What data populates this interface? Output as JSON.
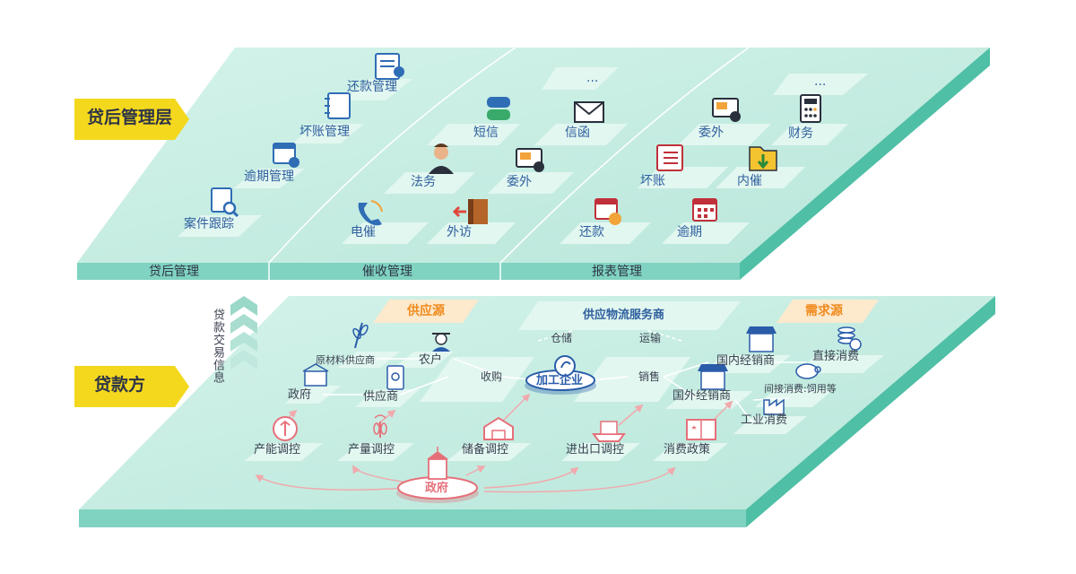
{
  "layers": {
    "top_title": "贷后管理层",
    "bottom_title": "贷款方",
    "side_text": "贷款交易信息"
  },
  "top_sections": [
    "贷后管理",
    "催收管理",
    "报表管理"
  ],
  "top_items": {
    "loan_after": [
      "还款管理",
      "坏账管理",
      "逾期管理",
      "案件跟踪"
    ],
    "collection": [
      "...",
      "短信",
      "信函",
      "法务",
      "委外",
      "电催",
      "外访"
    ],
    "report": [
      "...",
      "委外",
      "财务",
      "坏账",
      "内催",
      "还款",
      "逾期"
    ]
  },
  "bottom": {
    "supply_tag": "供应源",
    "demand_tag": "需求源",
    "logistics": "供应物流服务商",
    "warehouse": "仓储",
    "transport": "运输",
    "purchase": "收购",
    "sales": "销售",
    "processor": "加工企业",
    "government_center": "政府",
    "supply_nodes": [
      "原材料供应商",
      "农户",
      "政府",
      "供应商"
    ],
    "demand_nodes": [
      "国内经销商",
      "直接消费",
      "国外经销商",
      "间接消费:饲用等",
      "工业消费"
    ],
    "controls": [
      "产能调控",
      "产量调控",
      "储备调控",
      "进出口调控",
      "消费政策"
    ]
  },
  "colors": {
    "platform_top": "#c6ede3",
    "platform_side": "#5ec9b2",
    "tile": "#dff6ef",
    "tag_yellow": "#f4d81e",
    "accent_orange": "#f08a1c",
    "node_blue": "#2a5caa",
    "gov_red": "#e6707a"
  }
}
